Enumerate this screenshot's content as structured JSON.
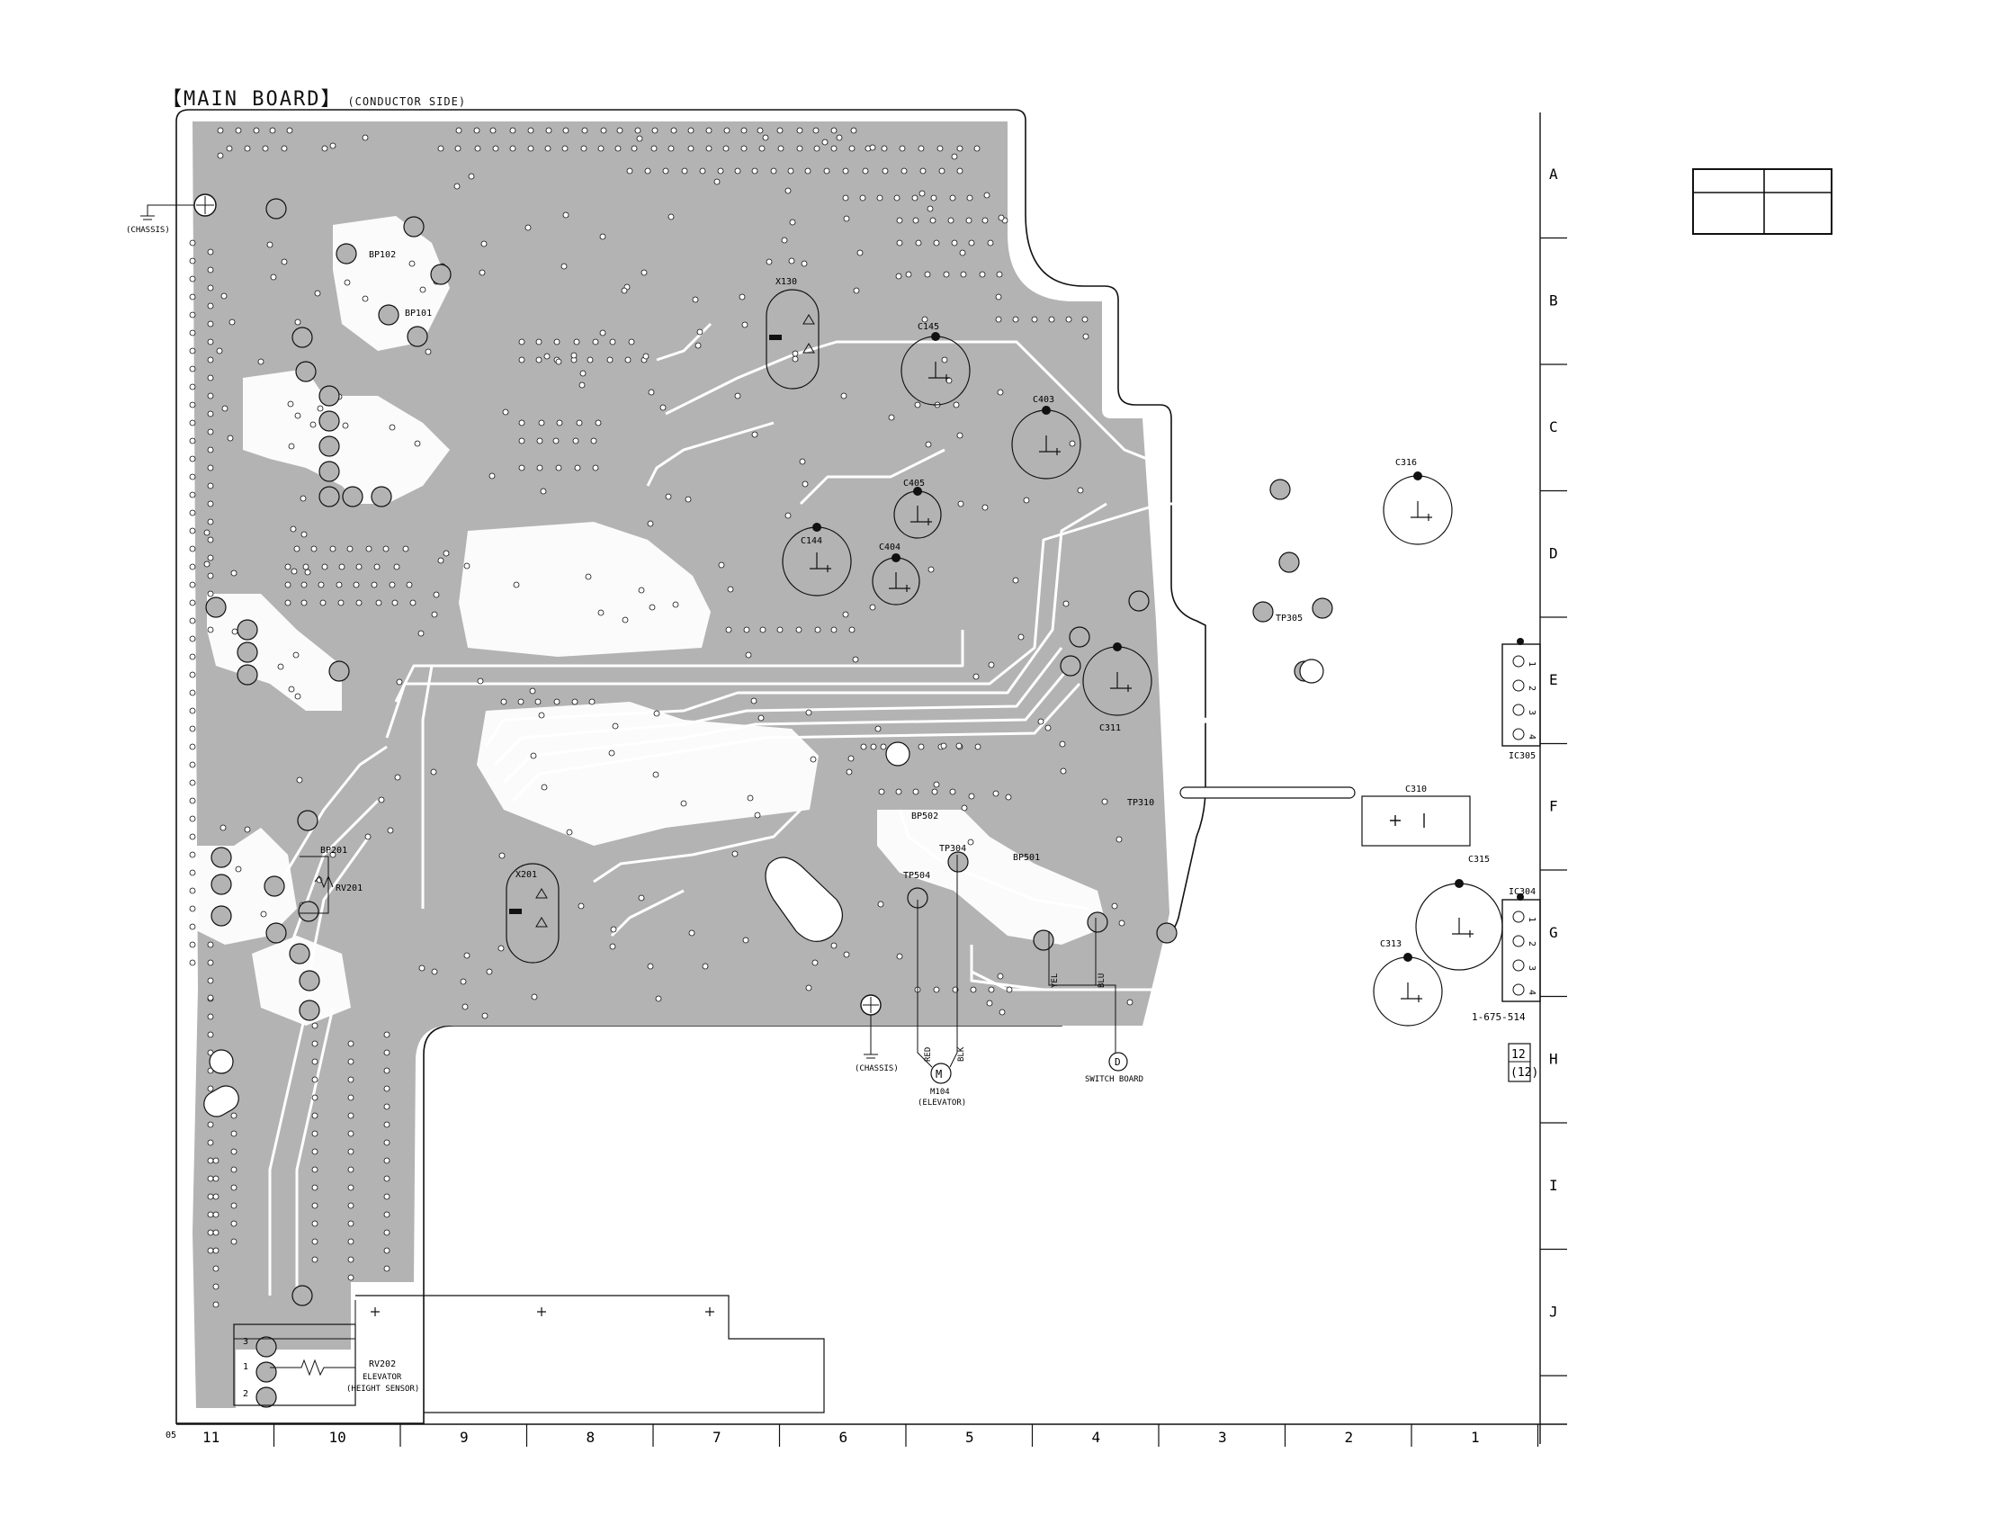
{
  "title": {
    "main": "【MAIN BOARD】",
    "sub": "(CONDUCTOR SIDE)"
  },
  "grid": {
    "rows": [
      "A",
      "B",
      "C",
      "D",
      "E",
      "F",
      "G",
      "H",
      "I",
      "J"
    ],
    "cols": [
      "11",
      "10",
      "9",
      "8",
      "7",
      "6",
      "5",
      "4",
      "3",
      "2",
      "1"
    ]
  },
  "page_code": "05",
  "board_number": "1-675-514",
  "page_ref": [
    "12",
    "(12)"
  ],
  "components": {
    "x130": "X130",
    "c145": "C145",
    "c403": "C403",
    "c405": "C405",
    "c144": "C144",
    "c404": "C404",
    "c316": "C316",
    "tp305": "TP305",
    "c311": "C311",
    "ic305": "IC305",
    "c310": "C310",
    "tp310": "TP310",
    "c315": "C315",
    "ic304": "IC304",
    "c313": "C313",
    "bp502": "BP502",
    "tp304": "TP304",
    "tp504": "TP504",
    "bp501": "BP501",
    "x201": "X201",
    "bp201": "BP201",
    "rv201": "RV201",
    "bp102": "BP102",
    "bp101": "BP101"
  },
  "ic_pins": [
    "1",
    "2",
    "3",
    "4"
  ],
  "rv202": {
    "label": "RV202",
    "line1": "ELEVATOR",
    "line2": "(HEIGHT SENSOR)",
    "pins": [
      "3",
      "1",
      "2"
    ]
  },
  "chassis": "(CHASSIS)",
  "wires": {
    "red": "RED",
    "blk": "BLK",
    "yel": "YEL",
    "blu": "BLU"
  },
  "motor": {
    "symbol": "M",
    "label": "M104",
    "sub": "(ELEVATOR)"
  },
  "switch_board": {
    "connector": "D",
    "label": "SWITCH BOARD"
  },
  "colors": {
    "copper": "#b3b3b3",
    "trace": "#ffffff",
    "ink": "#111111"
  }
}
